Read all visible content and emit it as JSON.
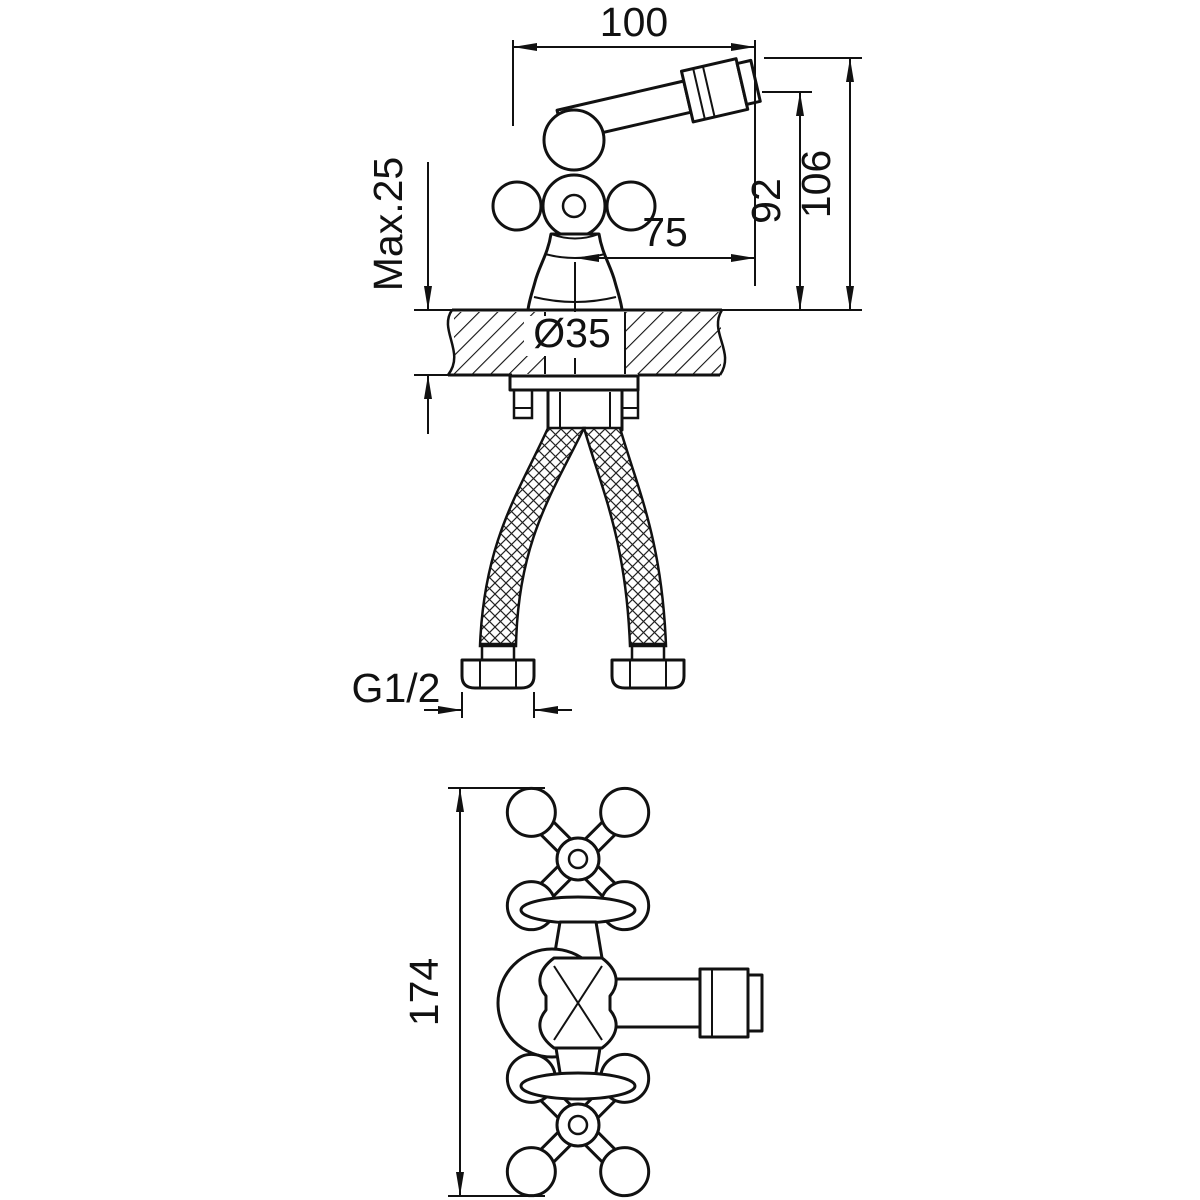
{
  "colors": {
    "background": "#ffffff",
    "line": "#111111"
  },
  "views": {
    "front": {
      "dims": {
        "spout_reach": "100",
        "max_deck": "Max.25",
        "spout_height": "92",
        "total_height": "106",
        "center_to_tip": "75",
        "hole_dia": "Ø35",
        "thread": "G1/2"
      }
    },
    "top": {
      "dims": {
        "overall": "174"
      }
    }
  }
}
